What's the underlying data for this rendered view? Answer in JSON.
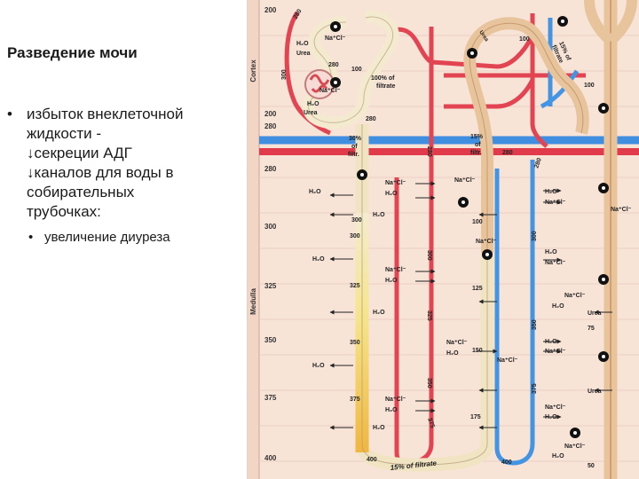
{
  "slide": {
    "title": "Разведение мочи",
    "bullet1_lines": [
      "избыток внеклеточной",
      "жидкости -",
      "↓секреции АДГ",
      "↓каналов для воды в",
      "собирательных",
      "трубочках:"
    ],
    "bullet2": "увеличение диуреза"
  },
  "diagram": {
    "zone_labels": {
      "cortex": "Cortex",
      "medulla": "Medulla"
    },
    "left_scale": [
      "200",
      "200",
      "280",
      "280",
      "300",
      "325",
      "350",
      "375",
      "400"
    ],
    "inner_labels": {
      "loop_top_280": "280",
      "loop_top_100": "100",
      "pct100_line1": "100% of",
      "pct100_line2": "filtrate",
      "mid_280": "280",
      "pct30_line1": "30%",
      "pct30_line2": "of",
      "pct30_line3": "filtr.",
      "pct15_line1": "15%",
      "pct15_line2": "of",
      "pct15_line3": "filtr.",
      "d280": "280",
      "d300": "300",
      "top_100": "100",
      "top_100b": "100",
      "mid_100": "100",
      "d125": "125",
      "d150": "150",
      "d175": "175",
      "d75": "75",
      "d50": "50",
      "t300": "300",
      "t325": "325",
      "t350": "350",
      "t375": "375",
      "b400": "400",
      "b400b": "400",
      "bottom_filtrate": "15% of filtrate",
      "top15_line1": "15% of",
      "top15_line2": "filtrate",
      "top280": "280"
    },
    "vessel_labels": {
      "v280": "280",
      "v300": "300",
      "v325": "325",
      "v350": "350",
      "v375": "375",
      "v300r": "300",
      "v325r": "325",
      "v350r": "350",
      "v375r": "375",
      "v280b": "280",
      "v300b": "300"
    },
    "transport": {
      "h2o": "H₂O",
      "nacl": "Na⁺Cl⁻",
      "urea": "Urea"
    }
  }
}
